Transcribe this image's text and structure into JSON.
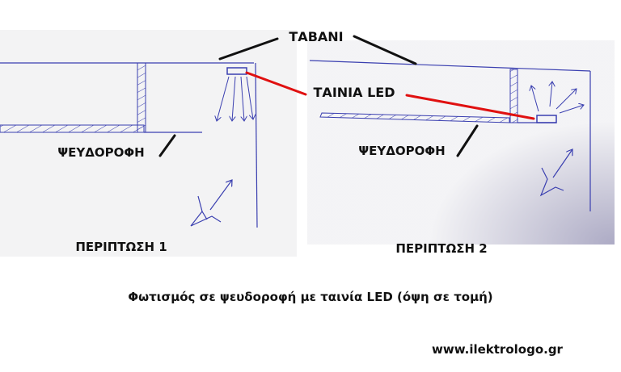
{
  "labels": {
    "ceiling": "ΤΑΒΑΝΙ",
    "led_strip": "ΤΑΙΝΙΑ LED",
    "false_ceiling_1": "ΨΕΥΔΟΡΟΦΗ",
    "false_ceiling_2": "ΨΕΥΔΟΡΟΦΗ",
    "case_1": "ΠΕΡΙΠΤΩΣΗ 1",
    "case_2": "ΠΕΡΙΠΤΩΣΗ 2"
  },
  "caption": "Φωτισμός σε ψευδοροφή με ταινία LED (όψη σε τομή)",
  "website": "www.ilektrologo.gr",
  "colors": {
    "sketch": "#3a3fb0",
    "pointer": "#111111",
    "led_pointer": "#e01010"
  }
}
